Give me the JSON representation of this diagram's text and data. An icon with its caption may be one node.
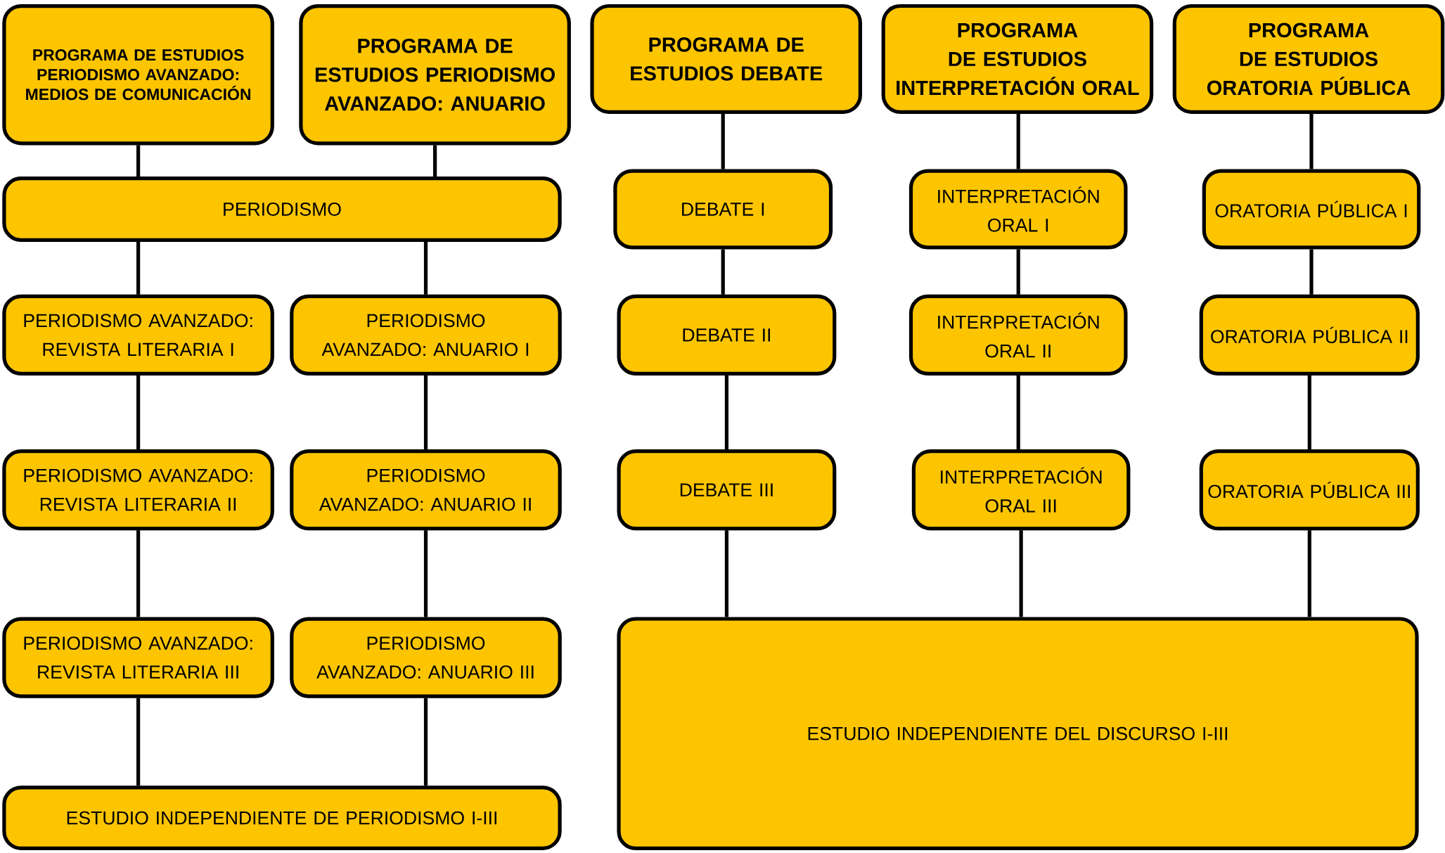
{
  "diagram": {
    "nodes": [
      {
        "text": [
          "PROGRAMA DE ESTUDIOS PERIODISMO AVANZADO: MEDIOS DE COMUNICACIÓN"
        ]
      },
      {
        "text": [
          "PROGRAMA DE ESTUDIOS PERIODISMO AVANZADO: ANUARIO"
        ]
      },
      {
        "text": [
          "PROGRAMA DE ESTUDIOS DEBATE"
        ]
      },
      {
        "text": [
          "PROGRAMA DE ESTUDIOS INTERPRETACIÓN ORAL"
        ]
      },
      {
        "text": [
          "PROGRAMA DE ESTUDIOS ORATORIA PÚBLICA"
        ]
      },
      {
        "text": [
          "PERIODISMO"
        ]
      },
      {
        "text": [
          "DEBATE I"
        ]
      },
      {
        "text": [
          "INTERPRETACIÓN ORAL I"
        ]
      },
      {
        "text": [
          "ORATORIA PÚBLICA I"
        ]
      },
      {
        "text": [
          "PERIODISMO AVANZADO: REVISTA LITERARIA I"
        ]
      },
      {
        "text": [
          "PERIODISMO AVANZADO: ANUARIO I"
        ]
      },
      {
        "text": [
          "DEBATE II"
        ]
      },
      {
        "text": [
          "INTERPRETACIÓN ORAL II"
        ]
      },
      {
        "text": [
          "ORATORIA PÚBLICA II"
        ]
      },
      {
        "text": [
          "PERIODISMO AVANZADO: REVISTA LITERARIA II"
        ]
      },
      {
        "text": [
          "PERIODISMO AVANZADO: ANUARIO II"
        ]
      },
      {
        "text": [
          "DEBATE III"
        ]
      },
      {
        "text": [
          "INTERPRETACIÓN ORAL III"
        ]
      },
      {
        "text": [
          "ORATORIA PÚBLICA III"
        ]
      },
      {
        "text": [
          "PERIODISMO AVANZADO: REVISTA LITERARIA III"
        ]
      },
      {
        "text": [
          "PERIODISMO AVANZADO: ANUARIO III"
        ]
      },
      {
        "text": [
          "ESTUDIO INDEPENDIENTE DEL DISCURSO I-III"
        ]
      },
      {
        "text": [
          "ESTUDIO INDEPENDIENTE DE PERIODISMO I-III"
        ]
      }
    ],
    "edges": [
      {
        "from": 0,
        "to": 5,
        "arrow": "none"
      },
      {
        "from": 1,
        "to": 5,
        "arrow": "none"
      },
      {
        "from": 5,
        "to": 9,
        "arrow": "none"
      },
      {
        "from": 5,
        "to": 10,
        "arrow": "none"
      },
      {
        "from": 9,
        "to": 14,
        "arrow": "none"
      },
      {
        "from": 10,
        "to": 15,
        "arrow": "none"
      },
      {
        "from": 14,
        "to": 19,
        "arrow": "none"
      },
      {
        "from": 15,
        "to": 20,
        "arrow": "none"
      },
      {
        "from": 19,
        "to": 22,
        "arrow": "none"
      },
      {
        "from": 20,
        "to": 22,
        "arrow": "none"
      },
      {
        "from": 2,
        "to": 6,
        "arrow": "none"
      },
      {
        "from": 6,
        "to": 11,
        "arrow": "none"
      },
      {
        "from": 11,
        "to": 16,
        "arrow": "none"
      },
      {
        "from": 16,
        "to": 21,
        "arrow": "none"
      },
      {
        "from": 3,
        "to": 7,
        "arrow": "none"
      },
      {
        "from": 7,
        "to": 12,
        "arrow": "none"
      },
      {
        "from": 12,
        "to": 17,
        "arrow": "none"
      },
      {
        "from": 17,
        "to": 21,
        "arrow": "none"
      },
      {
        "from": 4,
        "to": 8,
        "arrow": "none"
      },
      {
        "from": 8,
        "to": 13,
        "arrow": "none"
      },
      {
        "from": 13,
        "to": 18,
        "arrow": "none"
      },
      {
        "from": 18,
        "to": 21,
        "arrow": "none"
      }
    ]
  }
}
